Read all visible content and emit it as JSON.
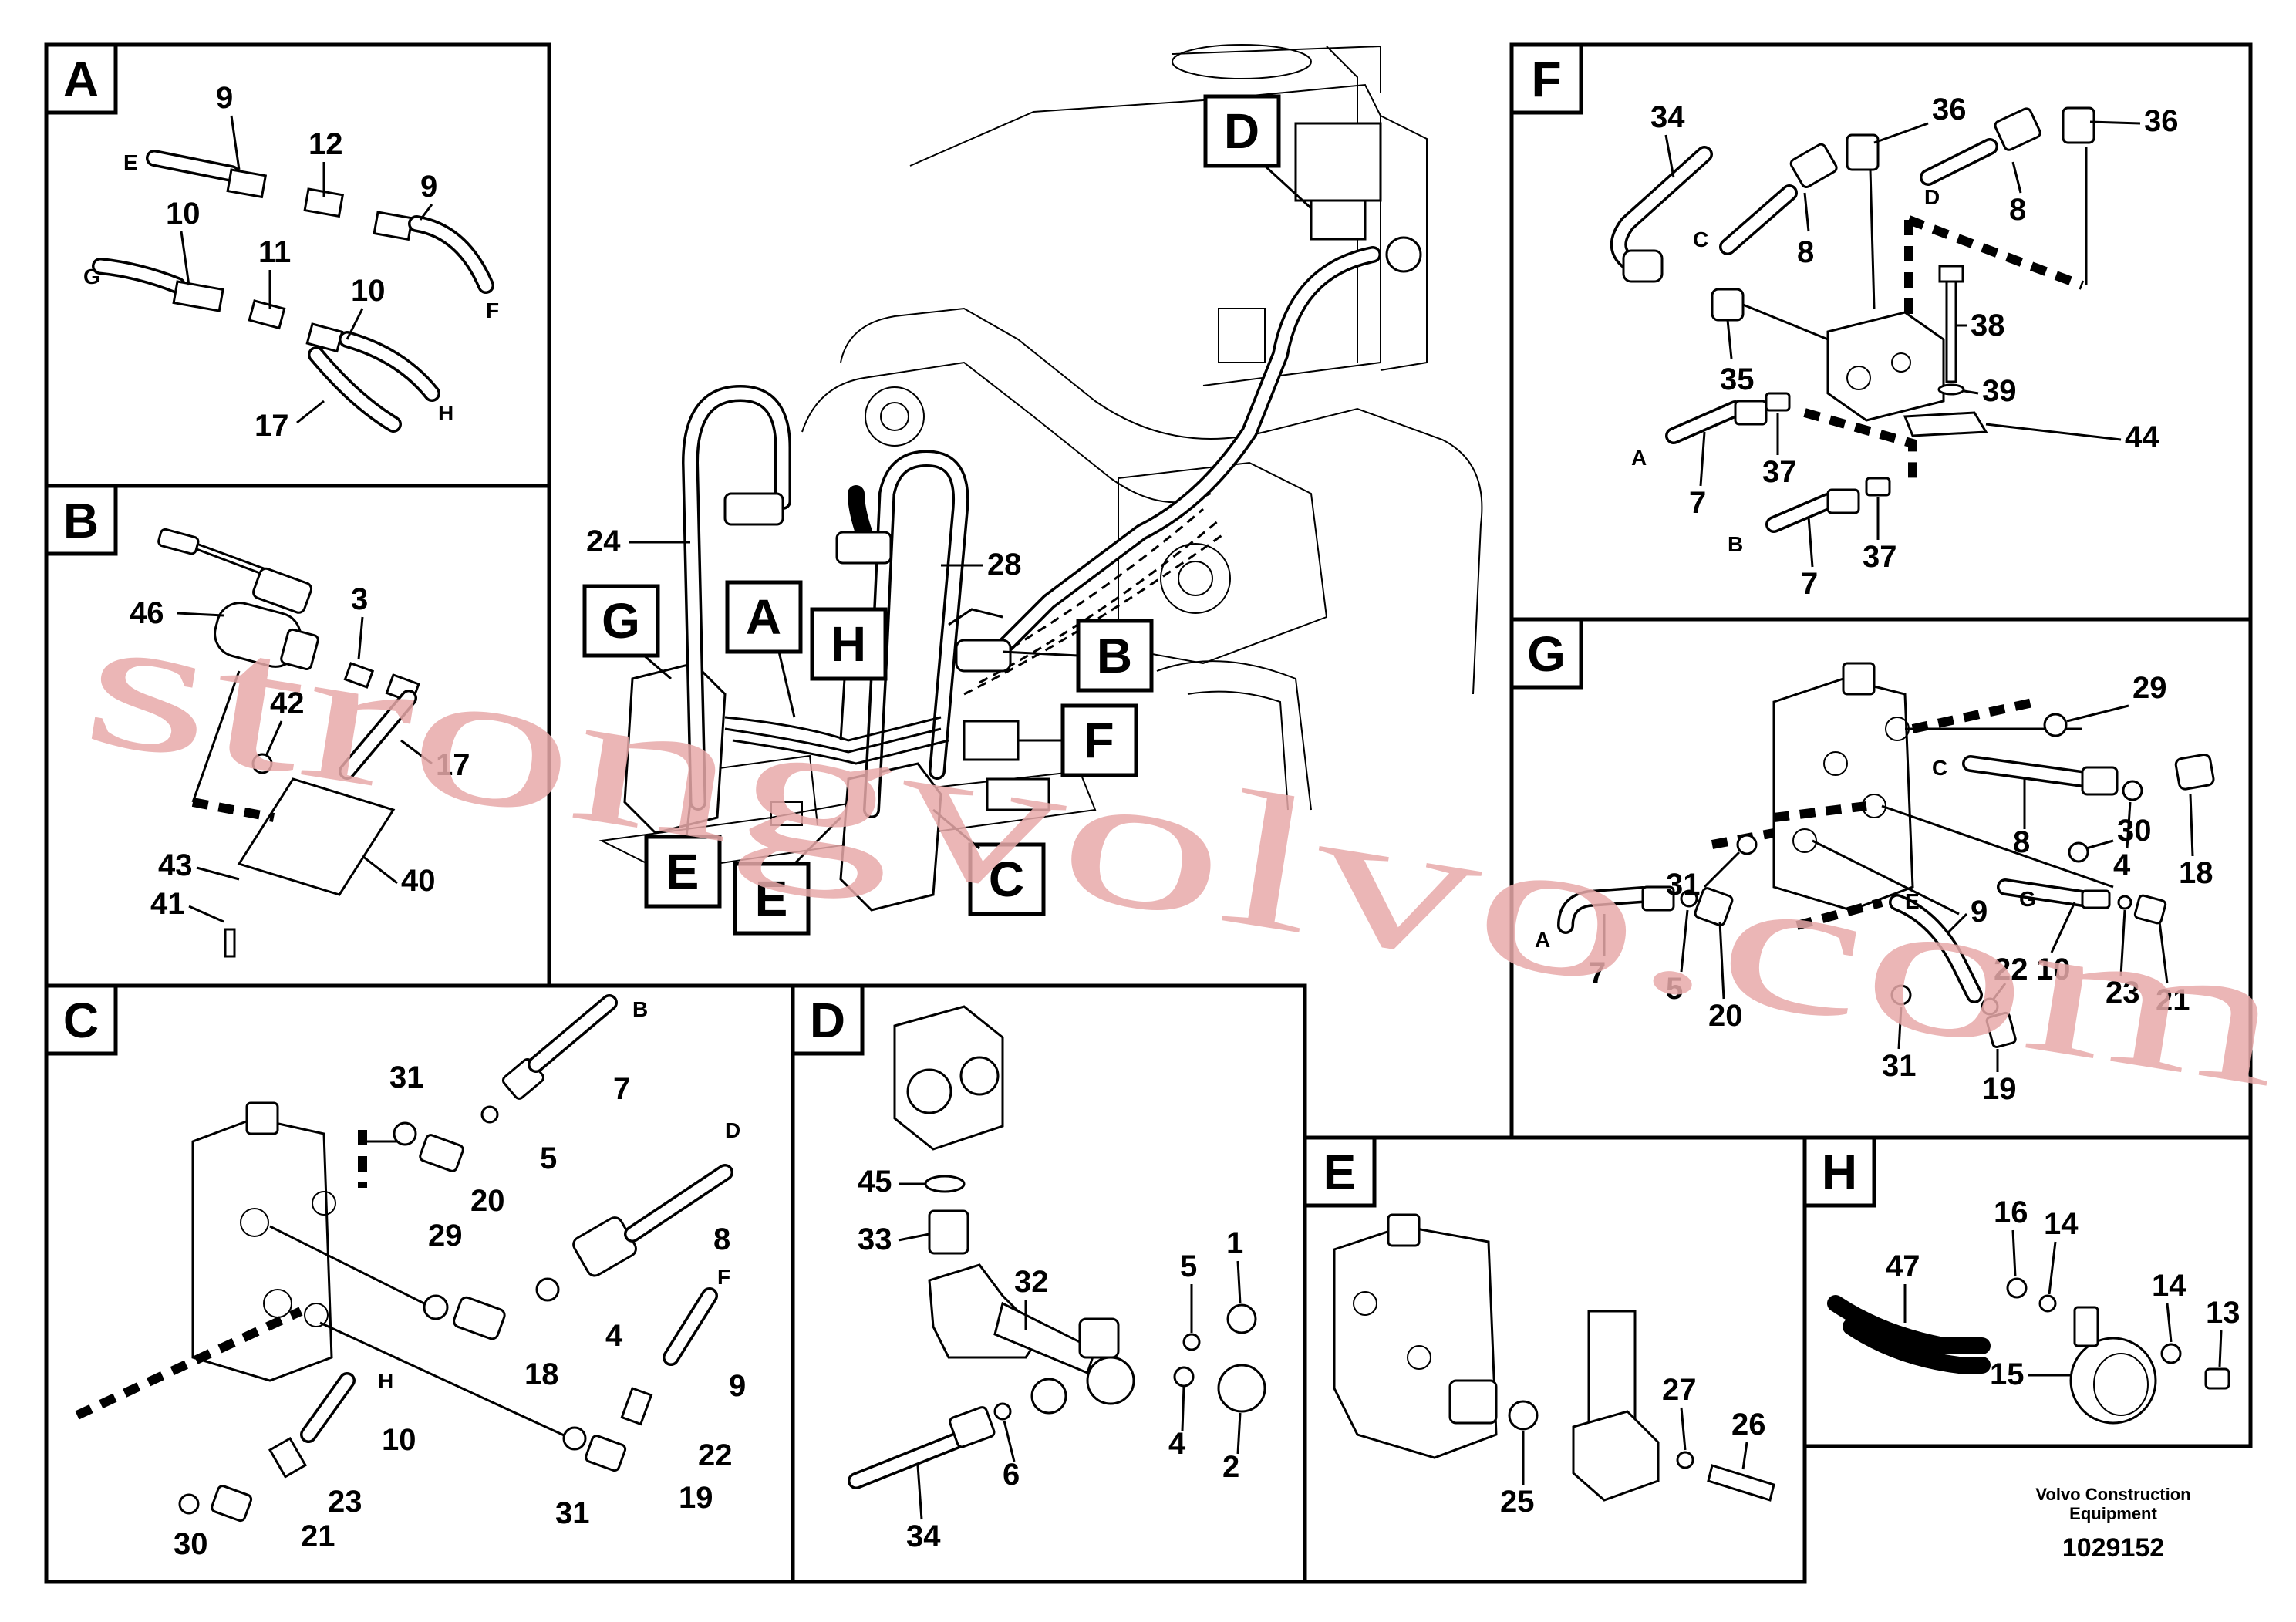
{
  "panels": {
    "A": {
      "label": "A",
      "numbers": [
        "9",
        "12",
        "9",
        "10",
        "11",
        "10",
        "17"
      ],
      "letters": [
        "E",
        "G",
        "F",
        "H"
      ]
    },
    "B": {
      "label": "B",
      "numbers": [
        "46",
        "3",
        "42",
        "17",
        "43",
        "41",
        "40"
      ]
    },
    "C": {
      "label": "C",
      "numbers": [
        "31",
        "7",
        "5",
        "20",
        "29",
        "8",
        "4",
        "18",
        "9",
        "10",
        "22",
        "31",
        "19",
        "23",
        "21",
        "30"
      ],
      "letters": [
        "B",
        "D",
        "F",
        "H"
      ]
    },
    "D": {
      "label": "D",
      "numbers": [
        "45",
        "33",
        "32",
        "5",
        "1",
        "4",
        "2",
        "6",
        "34"
      ]
    },
    "E": {
      "label": "E",
      "numbers": [
        "27",
        "26",
        "25"
      ]
    },
    "F": {
      "label": "F",
      "numbers": [
        "34",
        "36",
        "36",
        "8",
        "8",
        "38",
        "35",
        "39",
        "37",
        "44",
        "7",
        "37",
        "7"
      ],
      "letters": [
        "C",
        "D",
        "A",
        "B"
      ]
    },
    "G": {
      "label": "G",
      "numbers": [
        "29",
        "8",
        "4",
        "18",
        "30",
        "31",
        "9",
        "7",
        "5",
        "20",
        "10",
        "23",
        "21",
        "22",
        "31",
        "19"
      ],
      "letters": [
        "C",
        "E",
        "A",
        "G"
      ]
    },
    "H": {
      "label": "H",
      "numbers": [
        "16",
        "14",
        "47",
        "14",
        "13",
        "15"
      ]
    }
  },
  "overview": {
    "callouts": [
      "D",
      "G",
      "A",
      "H",
      "B",
      "F",
      "C",
      "E",
      "E"
    ],
    "numbers": [
      "24",
      "28"
    ]
  },
  "footer": {
    "company_line1": "Volvo Construction",
    "company_line2": "Equipment",
    "drawing_number": "1029152"
  },
  "watermark": "strongvolvo.com"
}
